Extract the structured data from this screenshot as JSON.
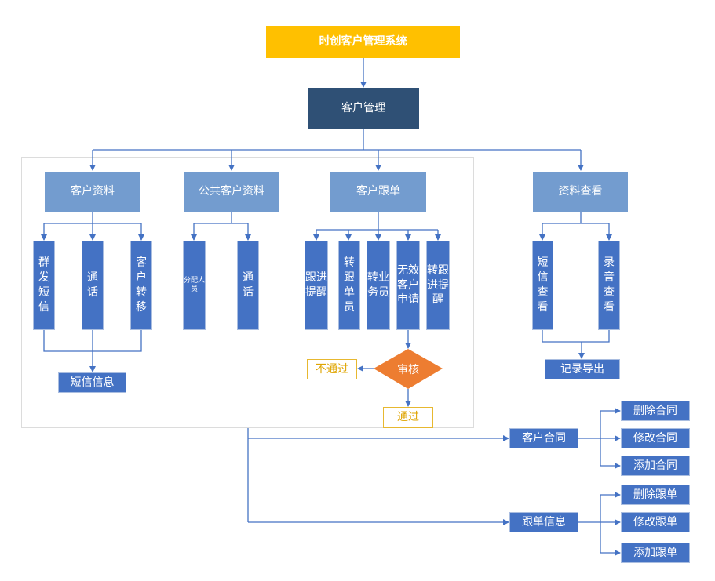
{
  "colors": {
    "title": "#FFC000",
    "root": "#2F5075",
    "level2": "#739CCF",
    "leaf": "#4472C4",
    "decision": "#ED7D31",
    "outcome_border": "#E7B830",
    "connector": "#4472C4"
  },
  "title": "时创客户管理系统",
  "root": "客户管理",
  "level2": [
    "客户资料",
    "公共客户资料",
    "客户跟单",
    "资料查看"
  ],
  "customer_info": {
    "children": [
      "群\n发\n短\n信",
      "通\n话",
      "客\n户\n转\n移"
    ],
    "output": "短信信息"
  },
  "public_info": {
    "children": [
      "分配人\n员",
      "通\n话"
    ]
  },
  "follow_up": {
    "children": [
      "跟进\n提醒",
      "转\n跟\n单\n员",
      "转业\n务员",
      "无效\n客户\n申请",
      "转跟\n进提\n醒"
    ],
    "decision": "审核",
    "reject": "不通过",
    "approve": "通过"
  },
  "view_info": {
    "children": [
      "短\n信\n查\n看",
      "录\n音\n查\n看"
    ],
    "output": "记录导出"
  },
  "contract": {
    "label": "客户合同",
    "actions": [
      "删除合同",
      "修改合同",
      "添加合同"
    ]
  },
  "follow_record": {
    "label": "跟单信息",
    "actions": [
      "删除跟单",
      "修改跟单",
      "添加跟单"
    ]
  }
}
